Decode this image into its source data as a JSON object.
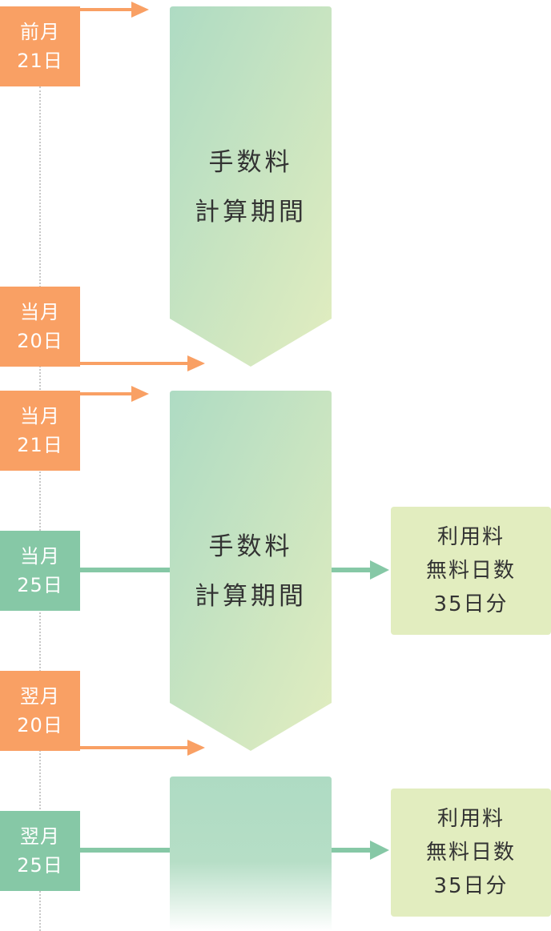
{
  "timeline_labels": [
    {
      "month": "前月",
      "day": "21日"
    },
    {
      "month": "当月",
      "day": "20日"
    },
    {
      "month": "当月",
      "day": "21日"
    },
    {
      "month": "当月",
      "day": "25日"
    },
    {
      "month": "翌月",
      "day": "20日"
    },
    {
      "month": "翌月",
      "day": "25日"
    }
  ],
  "periods": [
    {
      "line1": "手数料",
      "line2": "計算期間"
    },
    {
      "line1": "手数料",
      "line2": "計算期間"
    }
  ],
  "fee_boxes": [
    {
      "line1": "利用料",
      "line2": "無料日数",
      "line3": "35日分"
    },
    {
      "line1": "利用料",
      "line2": "無料日数",
      "line3": "35日分"
    }
  ],
  "colors": {
    "orange": "#f9a064",
    "green": "#86c8a6",
    "period_top": "#aedbc3",
    "period_bottom": "#e2edbf",
    "fee_box": "#e2edbf",
    "dotted_line": "#c8c8c8"
  }
}
